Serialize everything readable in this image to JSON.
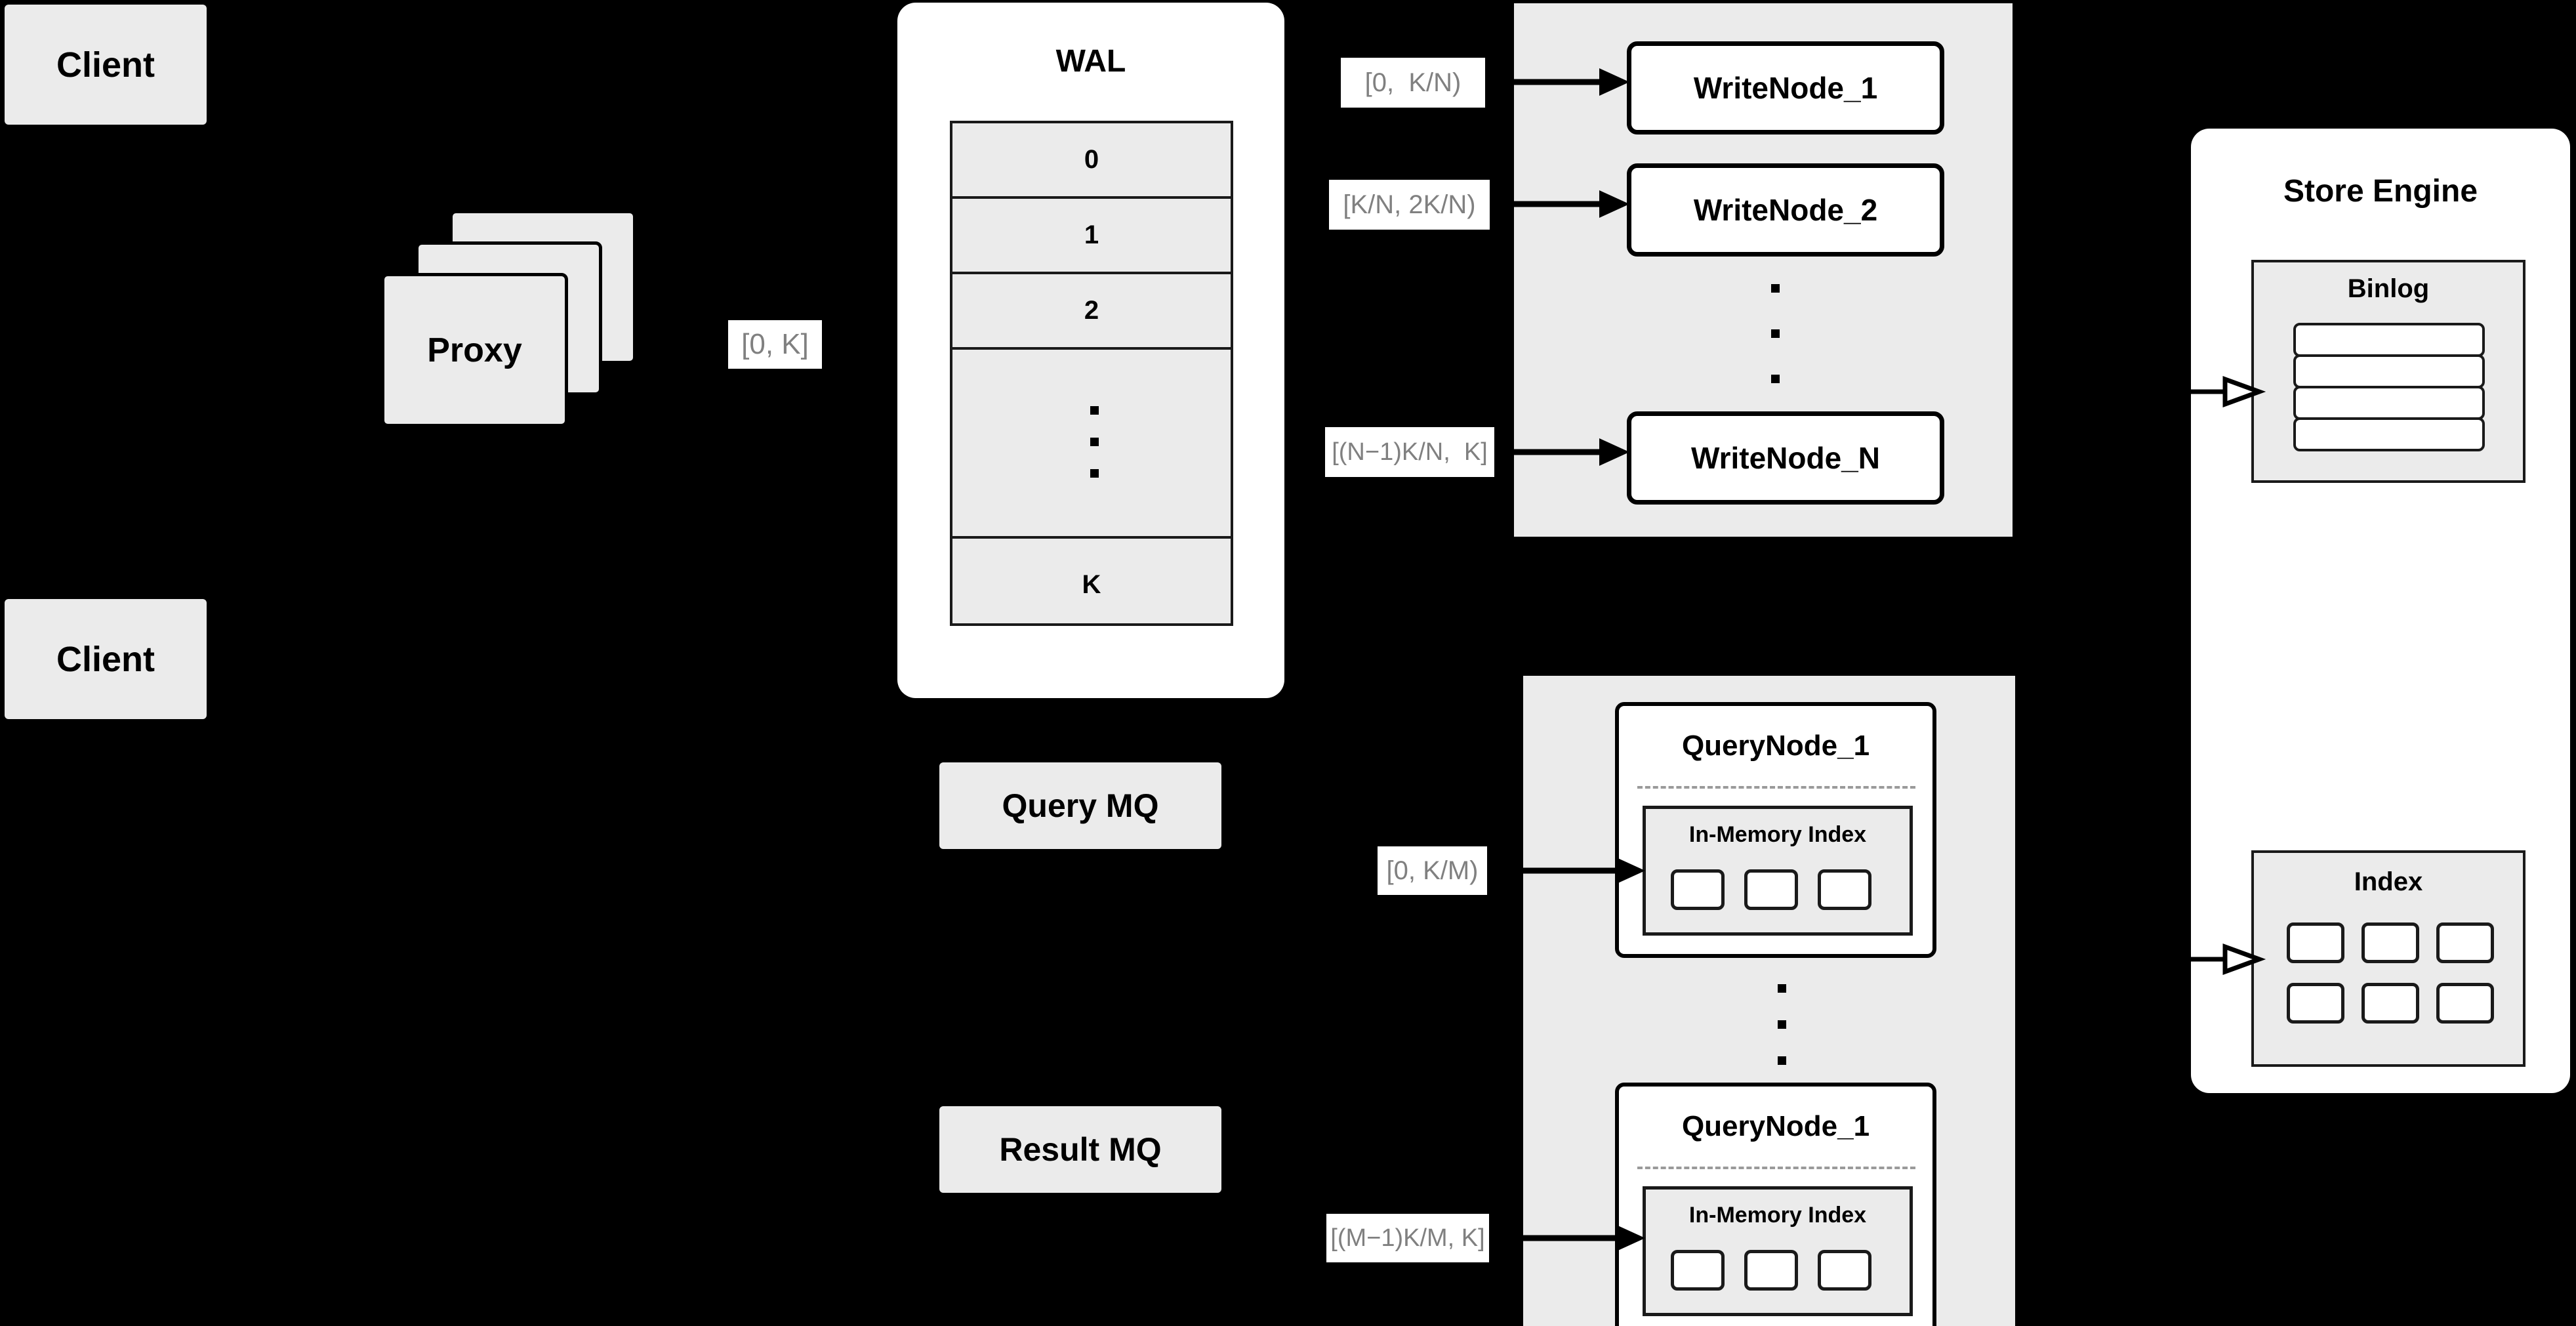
{
  "colors": {
    "background": "#000000",
    "panel_white": "#ffffff",
    "box_gray": "#ebebeb",
    "stroke": "#000000",
    "label_text": "#808080",
    "divider_dashed": "#9a9a9a"
  },
  "clients": [
    {
      "label": "Client"
    },
    {
      "label": "Client"
    }
  ],
  "proxy": {
    "label": "Proxy",
    "stack_count": 3
  },
  "wal": {
    "title": "WAL",
    "entries": [
      "0",
      "1",
      "2",
      "⋮",
      "K"
    ],
    "ellipsis_row_index": 3,
    "ellipsis_dots": 3
  },
  "edge_labels": {
    "proxy_to_wal": "[0, K]",
    "wal_to_write_node_1": "[0,  K/N)",
    "wal_to_write_node_2": "[K/N, 2K/N)",
    "wal_to_write_node_n": "[(N−1)K/N,  K]",
    "mq_to_query_node_1": "[0, K/M)",
    "mq_to_query_node_m": "[(M−1)K/M, K]"
  },
  "write_cluster": {
    "nodes": [
      {
        "label": "WriteNode_1"
      },
      {
        "label": "WriteNode_2"
      },
      {
        "label": "WriteNode_N"
      }
    ],
    "ellipsis_dots": 3
  },
  "message_queues": [
    {
      "label": "Query MQ"
    },
    {
      "label": "Result MQ"
    }
  ],
  "query_cluster": {
    "nodes": [
      {
        "label": "QueryNode_1",
        "index_label": "In-Memory Index",
        "index_cells": 3
      },
      {
        "label": "QueryNode_1",
        "index_label": "In-Memory Index",
        "index_cells": 3
      }
    ],
    "ellipsis_dots": 3
  },
  "store_engine": {
    "title": "Store Engine",
    "binlog": {
      "title": "Binlog",
      "strips": 4
    },
    "index": {
      "title": "Index",
      "rows": 2,
      "cols": 3,
      "cells": 6
    }
  }
}
